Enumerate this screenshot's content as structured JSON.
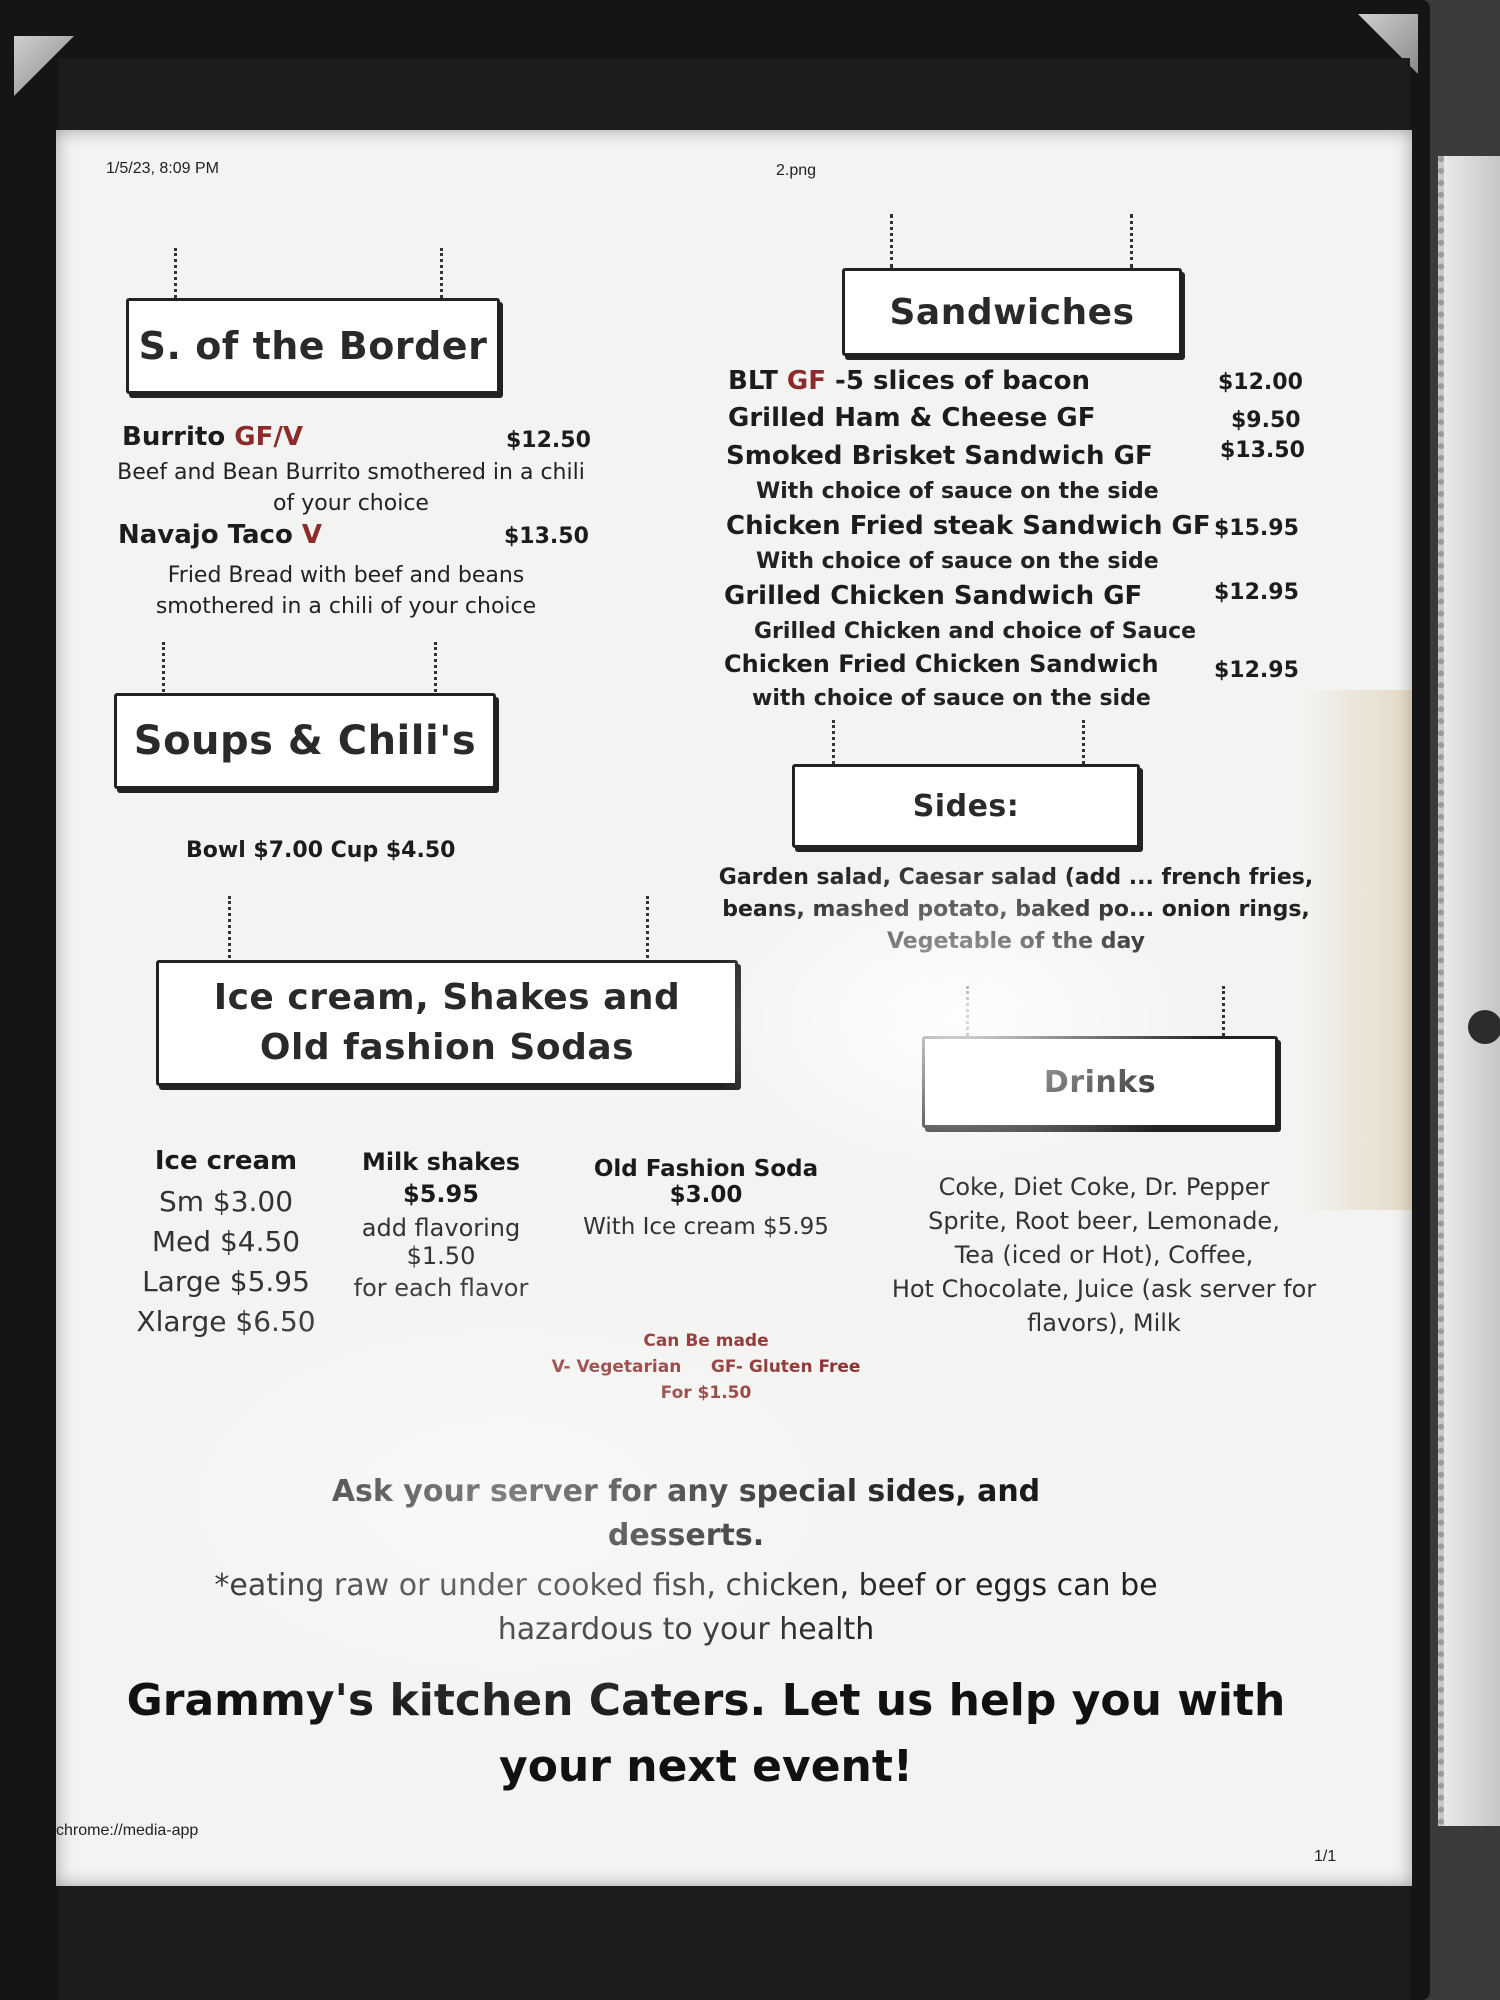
{
  "print_header": {
    "datetime": "1/5/23, 8:09 PM",
    "filename": "2.png"
  },
  "print_footer": {
    "url": "chrome://media-app",
    "page": "1/1"
  },
  "border": {
    "title": "S. of the Border",
    "items": [
      {
        "name": "Burrito",
        "tag": "GF/V",
        "price": "$12.50",
        "desc": [
          "Beef and Bean Burrito smothered in a chili",
          "of your choice"
        ]
      },
      {
        "name": "Navajo Taco",
        "tag": "V",
        "price": "$13.50",
        "desc": [
          "Fried Bread with beef and beans",
          "smothered in a chili of your choice"
        ]
      }
    ]
  },
  "soups": {
    "title": "Soups & Chili's",
    "prices": "Bowl $7.00 Cup $4.50"
  },
  "sandwiches": {
    "title": "Sandwiches",
    "items": [
      {
        "name": "BLT",
        "tag": "GF",
        "rest": " -5 slices of bacon",
        "price": "$12.00"
      },
      {
        "name": "Grilled Ham & Cheese GF",
        "price": "$9.50"
      },
      {
        "name": "Smoked Brisket Sandwich GF",
        "price": "$13.50",
        "desc": "With choice of sauce on the side"
      },
      {
        "name": "Chicken Fried steak Sandwich GF",
        "price": "$15.95",
        "desc": "With choice of sauce on the side"
      },
      {
        "name": "Grilled Chicken Sandwich GF",
        "price": "$12.95",
        "desc": "Grilled Chicken and choice of Sauce"
      },
      {
        "name": "Chicken Fried Chicken Sandwich",
        "price": "$12.95",
        "desc": "with choice of sauce on the side"
      }
    ]
  },
  "sides": {
    "title": "Sides:",
    "lines": [
      "Garden salad, Caesar salad (add ... french fries,",
      "beans, mashed potato, baked po... onion rings,",
      "Vegetable of the day"
    ]
  },
  "ice": {
    "title_line1": "Ice cream, Shakes and",
    "title_line2": "Old fashion Sodas",
    "icecream": {
      "heading": "Ice cream",
      "sizes": [
        "Sm $3.00",
        "Med $4.50",
        "Large $5.95",
        "Xlarge $6.50"
      ]
    },
    "shakes": {
      "heading": "Milk shakes",
      "price": "$5.95",
      "note1": "add flavoring  $1.50",
      "note2": "for each flavor"
    },
    "soda": {
      "heading": "Old Fashion Soda $3.00",
      "note": "With Ice cream $5.95"
    }
  },
  "drinks": {
    "title": "Drinks",
    "lines": [
      "Coke, Diet Coke, Dr. Pepper",
      "Sprite, Root beer, Lemonade,",
      "Tea (iced or Hot), Coffee,",
      "Hot Chocolate, Juice (ask server for",
      "flavors), Milk"
    ]
  },
  "options": {
    "line1": "Can Be made",
    "veg": "V- Vegetarian",
    "gf": "GF- Gluten Free",
    "line3": "For $1.50"
  },
  "footer": {
    "ask_line1": "Ask your server for any special sides, and",
    "ask_line2": "desserts.",
    "warn_line1": "*eating raw or under cooked fish, chicken, beef or eggs can be",
    "warn_line2": "hazardous to your health",
    "cater_line1": "Grammy's kitchen Caters. Let us help you with",
    "cater_line2": "your next event!"
  },
  "colors": {
    "accent_red": "#8b2b2b",
    "paper": "#f3f3f1",
    "binder": "#151515"
  }
}
